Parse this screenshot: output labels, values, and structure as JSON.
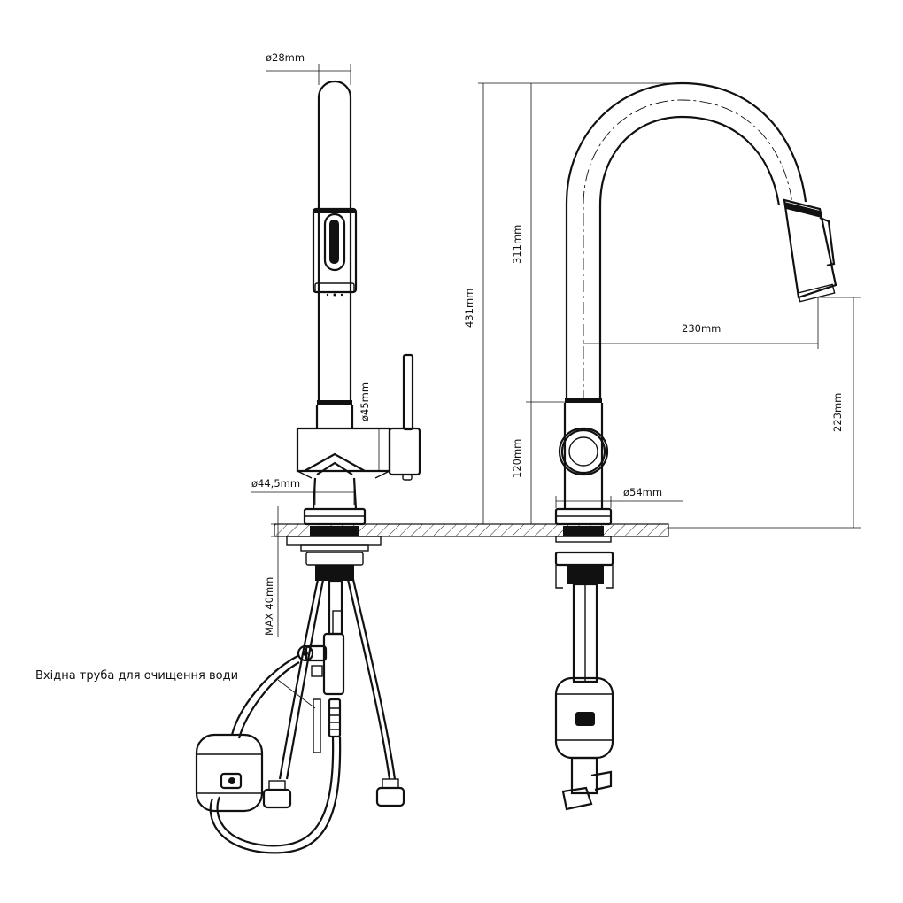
{
  "dimensions": {
    "top_diameter": "ø28mm",
    "body_diameter": "ø45mm",
    "base_diameter_front": "ø44,5mm",
    "total_height": "431mm",
    "spout_height": "311mm",
    "body_height": "120mm",
    "base_diameter_side": "ø54mm",
    "reach": "230mm",
    "outlet_height": "223mm",
    "max_thickness": "MAX  40mm"
  },
  "annotations": {
    "inlet_pipe": "Вхідна труба для очищення води"
  },
  "colors": {
    "line": "#111111",
    "background": "#ffffff"
  }
}
